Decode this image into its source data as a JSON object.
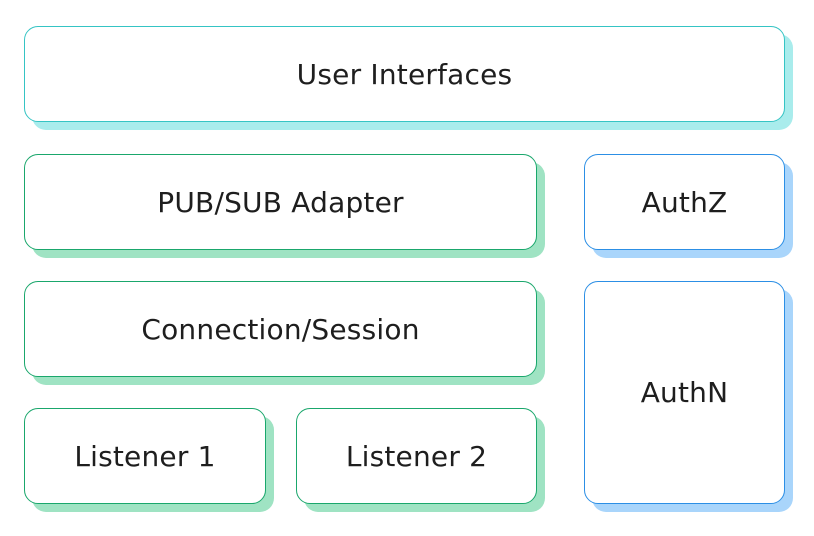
{
  "layers": {
    "user_interfaces": "User Interfaces",
    "pubsub_adapter": "PUB/SUB Adapter",
    "connection_session": "Connection/Session",
    "listener_1": "Listener 1",
    "listener_2": "Listener 2"
  },
  "auth": {
    "authz": "AuthZ",
    "authn": "AuthN"
  },
  "colors": {
    "teal_border": "#35c4c4",
    "teal_shadow": "#a9ecec",
    "green_border": "#1aa76c",
    "green_shadow": "#9fe3c3",
    "blue_border": "#2c8fe5",
    "blue_shadow": "#a9d5fb"
  }
}
